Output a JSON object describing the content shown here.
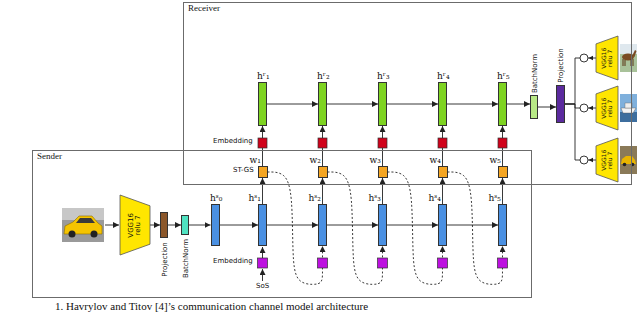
{
  "diagram": {
    "caption": "1. Havrylov and Titov [4]’s communication channel model architecture",
    "nodes": [
      {
        "text": [
          "Receiver"
        ]
      },
      {
        "text": [
          "Sender"
        ]
      },
      {
        "text": [
          "hʳ₁"
        ],
        "in": 0
      },
      {
        "text": [
          "hʳ₂"
        ],
        "in": 0
      },
      {
        "text": [
          "hʳ₃"
        ],
        "in": 0
      },
      {
        "text": [
          "hʳ₄"
        ],
        "in": 0
      },
      {
        "text": [
          "hʳ₅"
        ],
        "in": 0
      },
      {
        "text": [
          "BatchNorm"
        ],
        "in": 0
      },
      {
        "text": [
          "Projection"
        ],
        "in": 0
      },
      {
        "text": [
          "VGG16 relu 7"
        ],
        "in": 0
      },
      {
        "text": [
          "VGG16 relu 7"
        ],
        "in": 0
      },
      {
        "text": [
          "VGG16 relu 7"
        ],
        "in": 0
      },
      {
        "text": [
          "VGG16 relu 7"
        ],
        "in": 1
      },
      {
        "text": [
          "Projection"
        ],
        "in": 1
      },
      {
        "text": [
          "BatchNorm"
        ],
        "in": 1
      },
      {
        "text": [
          "hˢ₀"
        ],
        "in": 1
      },
      {
        "text": [
          "hˢ₁"
        ],
        "in": 1
      },
      {
        "text": [
          "hˢ₂"
        ],
        "in": 1
      },
      {
        "text": [
          "hˢ₃"
        ],
        "in": 1
      },
      {
        "text": [
          "hˢ₄"
        ],
        "in": 1
      },
      {
        "text": [
          "hˢ₅"
        ],
        "in": 1
      },
      {
        "text": [
          "w₁"
        ],
        "in": 1
      },
      {
        "text": [
          "w₂"
        ],
        "in": 1
      },
      {
        "text": [
          "w₃"
        ],
        "in": 1
      },
      {
        "text": [
          "w₄"
        ],
        "in": 1
      },
      {
        "text": [
          "w₅"
        ],
        "in": 1
      }
    ],
    "edges": [
      {
        "from": 2,
        "to": 3,
        "arrow": "to"
      },
      {
        "from": 3,
        "to": 4,
        "arrow": "to"
      },
      {
        "from": 4,
        "to": 5,
        "arrow": "to"
      },
      {
        "from": 5,
        "to": 6,
        "arrow": "to"
      },
      {
        "from": 6,
        "to": 7,
        "arrow": "to"
      },
      {
        "from": 7,
        "to": 8,
        "arrow": "to"
      },
      {
        "from": 8,
        "to": 9,
        "arrow": "none"
      },
      {
        "from": 8,
        "to": 10,
        "arrow": "none"
      },
      {
        "from": 8,
        "to": 11,
        "arrow": "none"
      },
      {
        "from": 12,
        "to": 13,
        "arrow": "to"
      },
      {
        "from": 13,
        "to": 14,
        "arrow": "to"
      },
      {
        "from": 14,
        "to": 15,
        "arrow": "to"
      },
      {
        "from": 15,
        "to": 16,
        "arrow": "to"
      },
      {
        "from": 16,
        "to": 17,
        "arrow": "to"
      },
      {
        "from": 17,
        "to": 18,
        "arrow": "to"
      },
      {
        "from": 18,
        "to": 19,
        "arrow": "to"
      },
      {
        "from": 19,
        "to": 20,
        "arrow": "to"
      },
      {
        "from": 16,
        "to": 21,
        "arrow": "to"
      },
      {
        "from": 17,
        "to": 22,
        "arrow": "to"
      },
      {
        "from": 18,
        "to": 23,
        "arrow": "to"
      },
      {
        "from": 19,
        "to": 24,
        "arrow": "to"
      },
      {
        "from": 20,
        "to": 25,
        "arrow": "to"
      },
      {
        "from": 21,
        "to": 2,
        "arrow": "to"
      },
      {
        "from": 22,
        "to": 3,
        "arrow": "to"
      },
      {
        "from": 23,
        "to": 4,
        "arrow": "to"
      },
      {
        "from": 24,
        "to": 5,
        "arrow": "to"
      },
      {
        "from": 25,
        "to": 6,
        "arrow": "to"
      },
      {
        "from": 21,
        "to": 17,
        "arrow": "to"
      },
      {
        "from": 22,
        "to": 18,
        "arrow": "to"
      },
      {
        "from": 23,
        "to": 19,
        "arrow": "to"
      },
      {
        "from": 24,
        "to": 20,
        "arrow": "to"
      }
    ],
    "labels": [
      "Embedding",
      "ST-GS",
      "Embedding",
      "SoS"
    ]
  }
}
